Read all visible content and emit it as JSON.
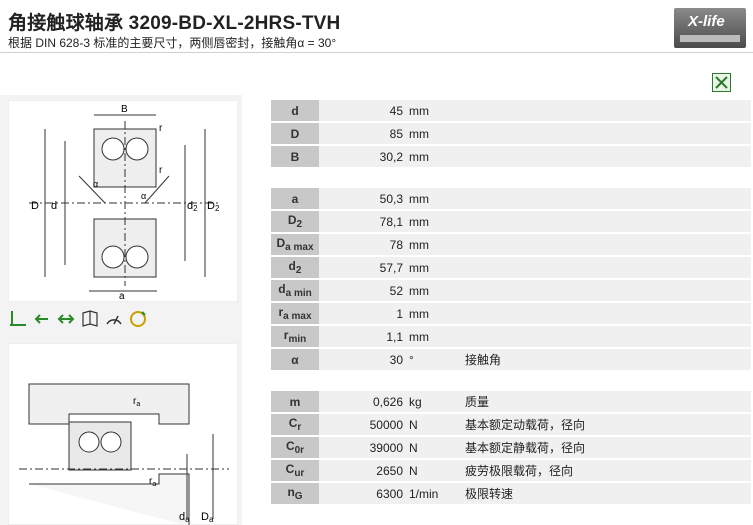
{
  "header": {
    "title": "角接触球轴承 3209-BD-XL-2HRS-TVH",
    "subtitle": "根据 DIN 628-3 标准的主要尺寸，两侧唇密封，接触角α = 30°",
    "logo_text": "X-life"
  },
  "drawing_labels": {
    "B": "B",
    "r": "r",
    "D": "D",
    "d": "d",
    "d2": "d",
    "D2": "D",
    "a": "a",
    "alpha": "α",
    "ra": "r",
    "da": "d",
    "Da": "D",
    "sub_2": "2",
    "sub_a": "a"
  },
  "icons": [
    "radial-load-icon",
    "axial-load-left-icon",
    "axial-load-both-icon",
    "book-icon",
    "speed-icon",
    "rotation-icon"
  ],
  "colors": {
    "symbol_cell": "#c8c8c8",
    "value_cell": "#f0f0f0",
    "excel_green": "#2b7a2b"
  },
  "dimensions_1": [
    {
      "sym": "d",
      "sub": "",
      "value": "45",
      "unit": "mm",
      "desc": ""
    },
    {
      "sym": "D",
      "sub": "",
      "value": "85",
      "unit": "mm",
      "desc": ""
    },
    {
      "sym": "B",
      "sub": "",
      "value": "30,2",
      "unit": "mm",
      "desc": ""
    }
  ],
  "dimensions_2": [
    {
      "sym": "a",
      "sub": "",
      "value": "50,3",
      "unit": "mm",
      "desc": ""
    },
    {
      "sym": "D",
      "sub": "2",
      "value": "78,1",
      "unit": "mm",
      "desc": ""
    },
    {
      "sym": "D",
      "sub": "a max",
      "value": "78",
      "unit": "mm",
      "desc": ""
    },
    {
      "sym": "d",
      "sub": "2",
      "value": "57,7",
      "unit": "mm",
      "desc": ""
    },
    {
      "sym": "d",
      "sub": "a min",
      "value": "52",
      "unit": "mm",
      "desc": ""
    },
    {
      "sym": "r",
      "sub": "a max",
      "value": "1",
      "unit": "mm",
      "desc": ""
    },
    {
      "sym": "r",
      "sub": "min",
      "value": "1,1",
      "unit": "mm",
      "desc": ""
    },
    {
      "sym": "α",
      "sub": "",
      "value": "30",
      "unit": "°",
      "desc": "接触角"
    }
  ],
  "ratings": [
    {
      "sym": "m",
      "sub": "",
      "value": "0,626",
      "unit": "kg",
      "desc": "质量"
    },
    {
      "sym": "C",
      "sub": "r",
      "value": "50000",
      "unit": "N",
      "desc": "基本额定动载荷，径向"
    },
    {
      "sym": "C",
      "sub": "0r",
      "value": "39000",
      "unit": "N",
      "desc": "基本额定静载荷，径向"
    },
    {
      "sym": "C",
      "sub": "ur",
      "value": "2650",
      "unit": "N",
      "desc": "疲劳极限载荷，径向"
    },
    {
      "sym": "n",
      "sub": "G",
      "value": "6300",
      "unit": "1/min",
      "desc": "极限转速"
    }
  ]
}
